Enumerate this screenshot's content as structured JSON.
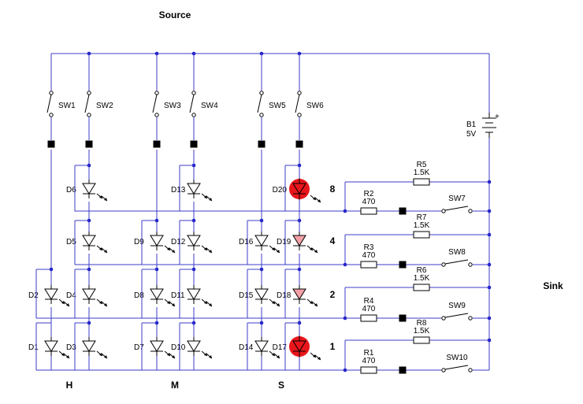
{
  "labels": {
    "source": "Source",
    "sink": "Sink",
    "hours": "H",
    "minutes": "M",
    "seconds": "S",
    "battery": "B1",
    "battery_voltage": "5V",
    "bit8": "8",
    "bit4": "4",
    "bit2": "2",
    "bit1": "1"
  },
  "switches": [
    "SW1",
    "SW2",
    "SW3",
    "SW4",
    "SW5",
    "SW6",
    "SW7",
    "SW8",
    "SW9",
    "SW10"
  ],
  "diodes": [
    "D1",
    "D2",
    "D3",
    "D4",
    "D5",
    "D6",
    "D7",
    "D8",
    "D9",
    "D10",
    "D11",
    "D12",
    "D13",
    "D14",
    "D15",
    "D16",
    "D17",
    "D18",
    "D19",
    "D20"
  ],
  "resistors": [
    {
      "name": "R1",
      "value": "470"
    },
    {
      "name": "R2",
      "value": "470"
    },
    {
      "name": "R3",
      "value": "470"
    },
    {
      "name": "R4",
      "value": "470"
    },
    {
      "name": "R5",
      "value": "1.5K"
    },
    {
      "name": "R6",
      "value": "1.5K"
    },
    {
      "name": "R7",
      "value": "1.5K"
    },
    {
      "name": "R8",
      "value": "1.5K"
    }
  ],
  "colors": {
    "wire": "#3c3cc8",
    "lit": "#e8161b",
    "dim": "#f4a0a6"
  }
}
